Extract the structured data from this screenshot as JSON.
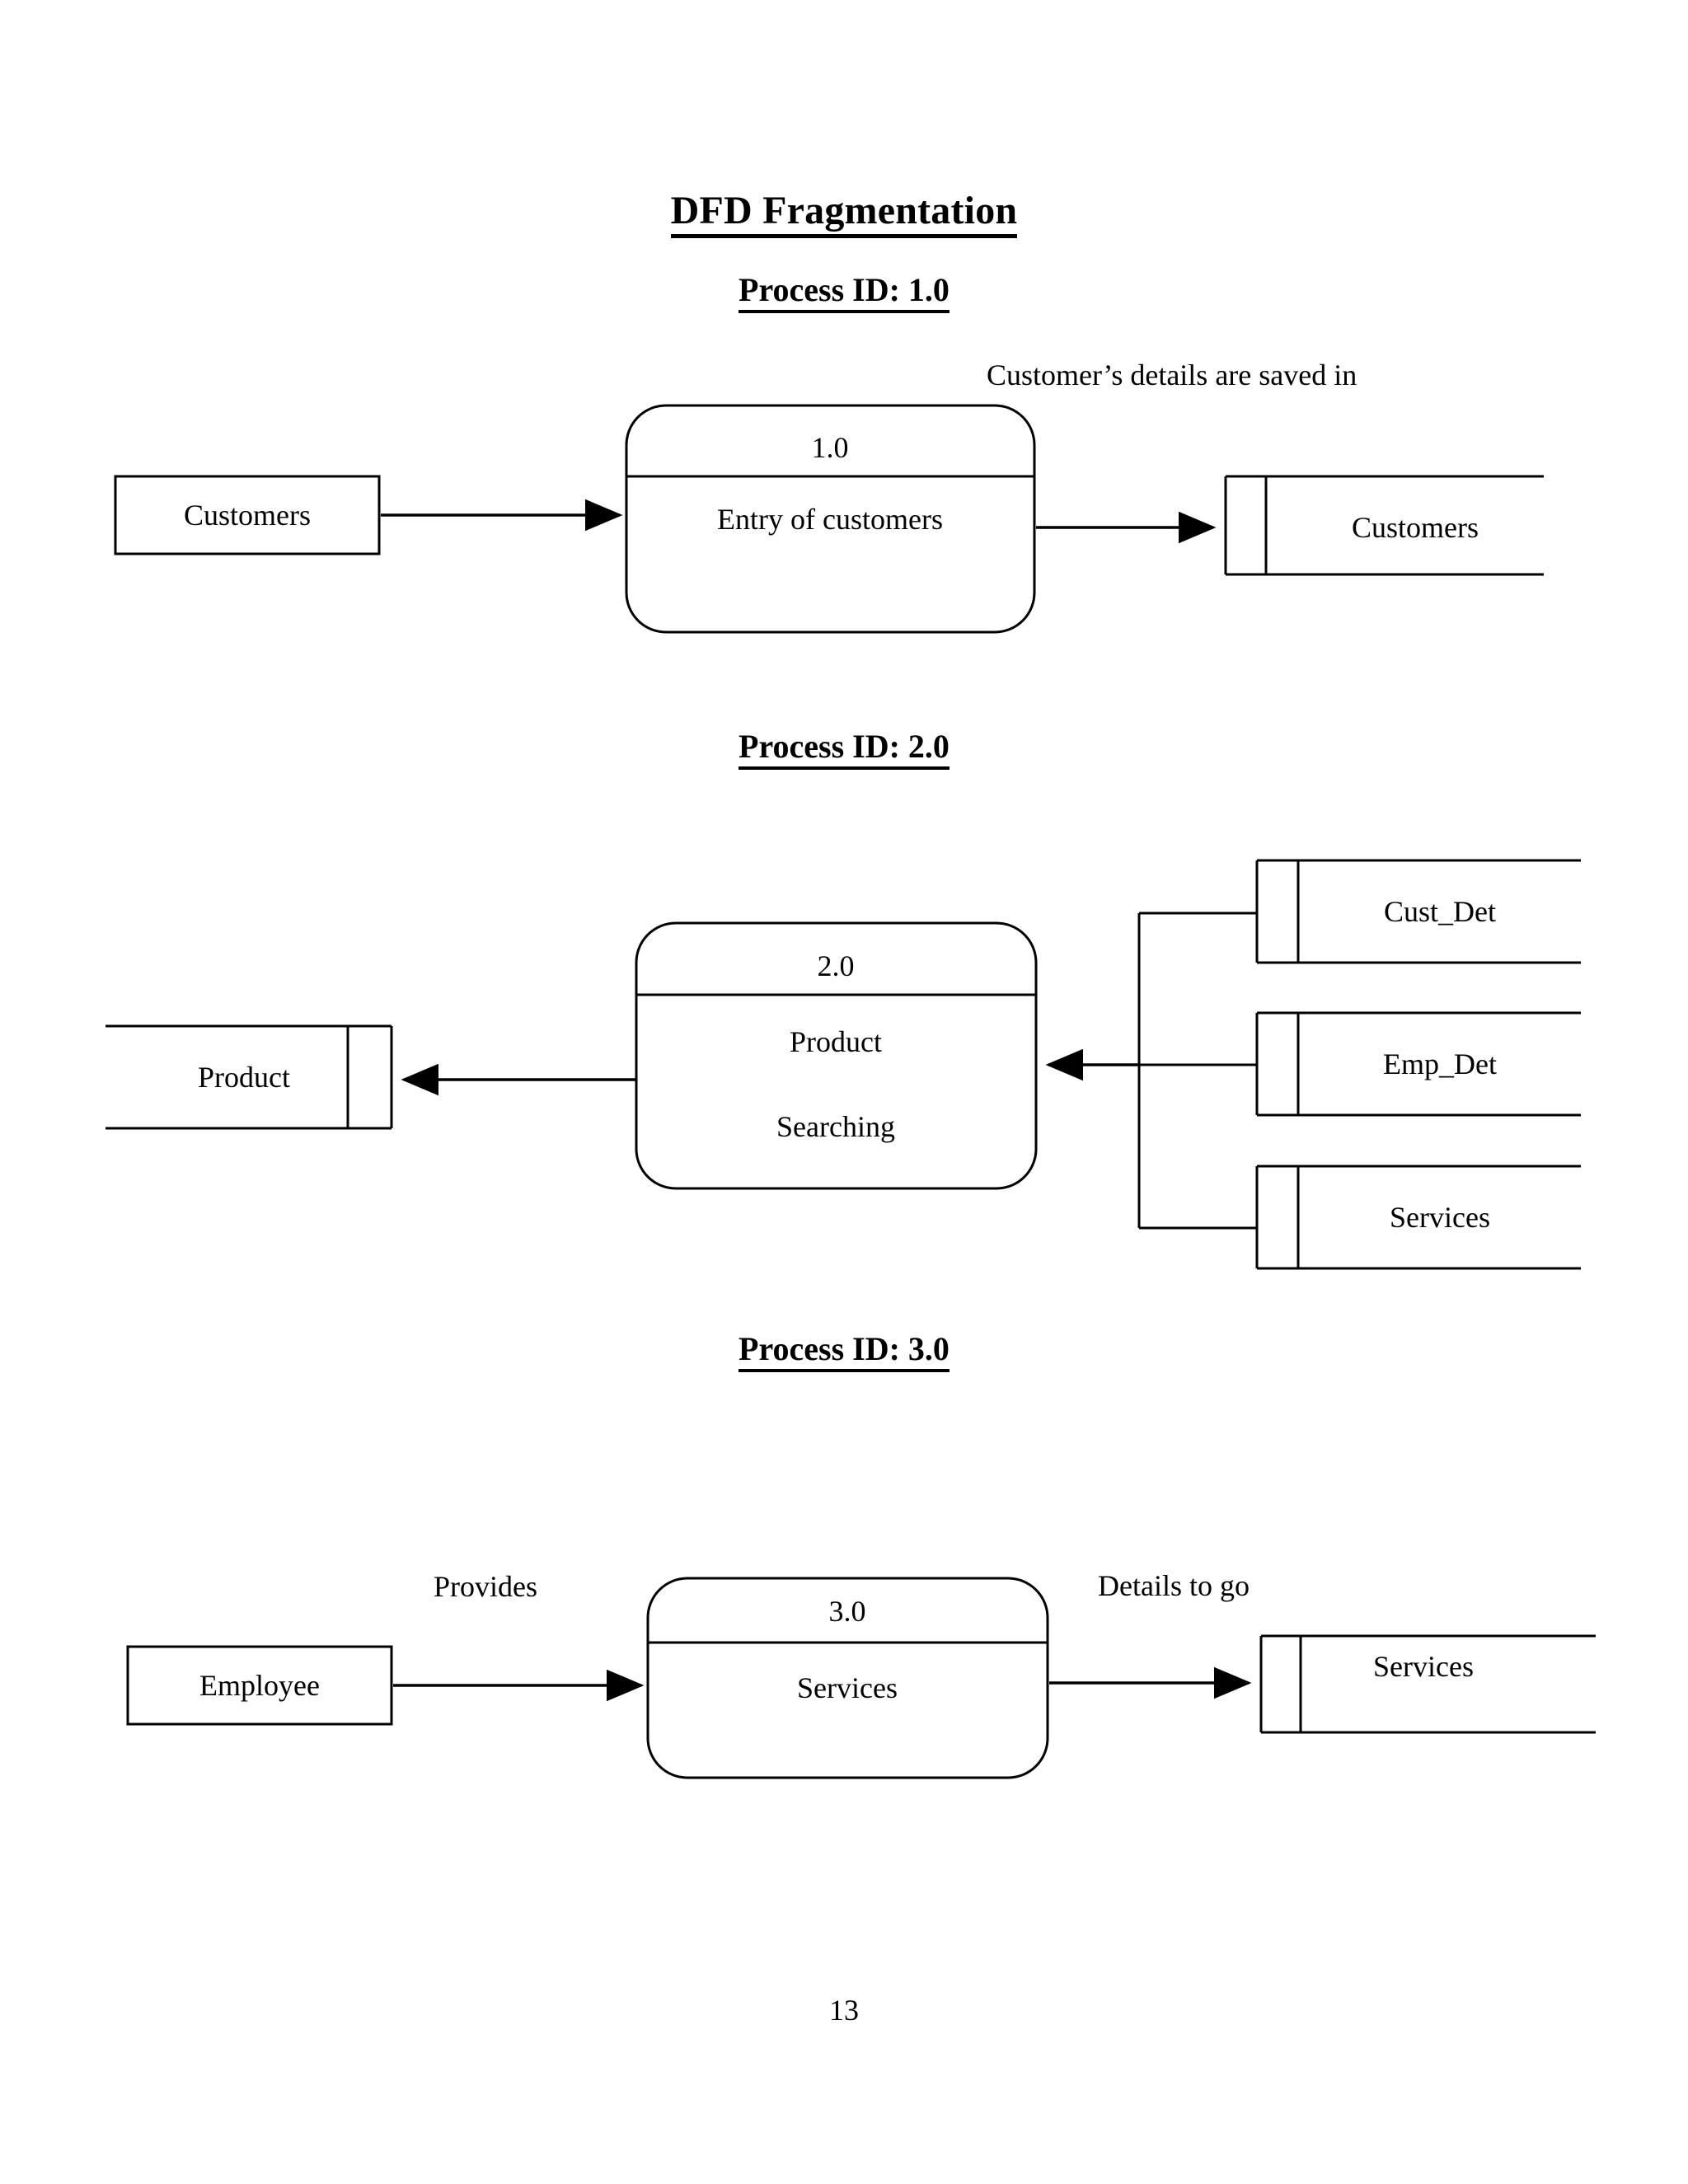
{
  "document": {
    "title": "DFD Fragmentation",
    "page_number": "13"
  },
  "sections": [
    {
      "heading": "Process ID: 1.0",
      "process": {
        "id": "1.0",
        "name": "Entry of customers"
      },
      "entities": [
        {
          "label": "Customers"
        }
      ],
      "data_stores": [
        {
          "label": "Customers"
        }
      ],
      "flow_labels": [
        "Customer’s details are saved in"
      ]
    },
    {
      "heading": "Process ID: 2.0",
      "process": {
        "id": "2.0",
        "name_line1": "Product",
        "name_line2": "Searching"
      },
      "data_stores_left": [
        {
          "label": "Product"
        }
      ],
      "data_stores_right": [
        {
          "label": "Cust_Det"
        },
        {
          "label": "Emp_Det"
        },
        {
          "label": "Services"
        }
      ],
      "flow_labels": []
    },
    {
      "heading": "Process ID: 3.0",
      "process": {
        "id": "3.0",
        "name": "Services"
      },
      "entities": [
        {
          "label": "Employee"
        }
      ],
      "data_stores": [
        {
          "label": "Services"
        }
      ],
      "flow_labels": [
        "Provides",
        "Details to go"
      ]
    }
  ],
  "colors": {
    "ink": "#000000",
    "paper": "#ffffff"
  }
}
